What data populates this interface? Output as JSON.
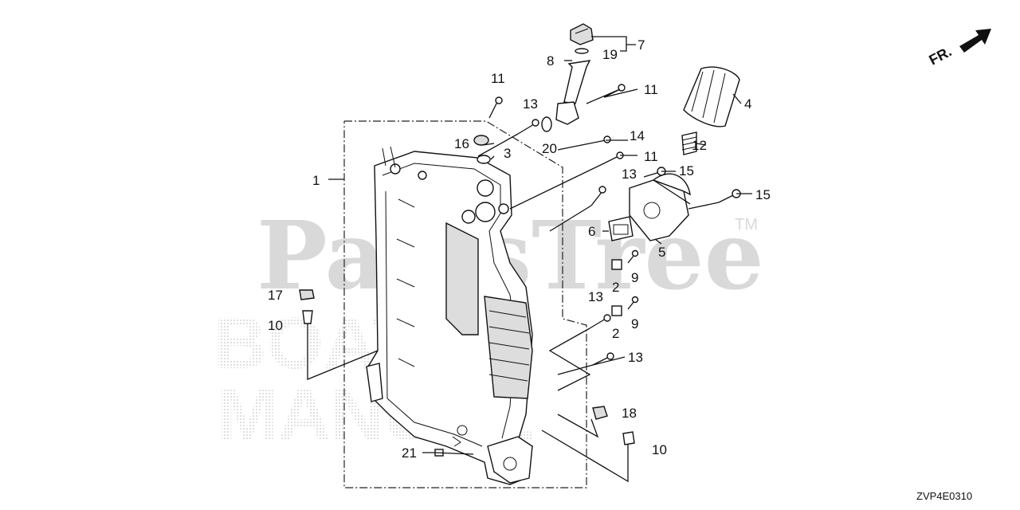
{
  "diagram_code": "ZVP4E0310",
  "front_indicator": "FR.",
  "watermark": {
    "main": "PartsTree",
    "trademark": "TM",
    "secondary": [
      "BOAT",
      "MANUAL"
    ]
  },
  "callouts": [
    {
      "id": "c1",
      "label": "1"
    },
    {
      "id": "c2a",
      "label": "2"
    },
    {
      "id": "c2b",
      "label": "2"
    },
    {
      "id": "c3",
      "label": "3"
    },
    {
      "id": "c4",
      "label": "4"
    },
    {
      "id": "c5",
      "label": "5"
    },
    {
      "id": "c6",
      "label": "6"
    },
    {
      "id": "c7",
      "label": "7"
    },
    {
      "id": "c8",
      "label": "8"
    },
    {
      "id": "c9a",
      "label": "9"
    },
    {
      "id": "c9b",
      "label": "9"
    },
    {
      "id": "c10a",
      "label": "10"
    },
    {
      "id": "c10b",
      "label": "10"
    },
    {
      "id": "c11a",
      "label": "11"
    },
    {
      "id": "c11b",
      "label": "11"
    },
    {
      "id": "c11c",
      "label": "11"
    },
    {
      "id": "c12",
      "label": "12"
    },
    {
      "id": "c13a",
      "label": "13"
    },
    {
      "id": "c13b",
      "label": "13"
    },
    {
      "id": "c13c",
      "label": "13"
    },
    {
      "id": "c13d",
      "label": "13"
    },
    {
      "id": "c14",
      "label": "14"
    },
    {
      "id": "c15a",
      "label": "15"
    },
    {
      "id": "c15b",
      "label": "15"
    },
    {
      "id": "c16",
      "label": "16"
    },
    {
      "id": "c17",
      "label": "17"
    },
    {
      "id": "c18",
      "label": "18"
    },
    {
      "id": "c19",
      "label": "19"
    },
    {
      "id": "c20",
      "label": "20"
    },
    {
      "id": "c21",
      "label": "21"
    }
  ]
}
